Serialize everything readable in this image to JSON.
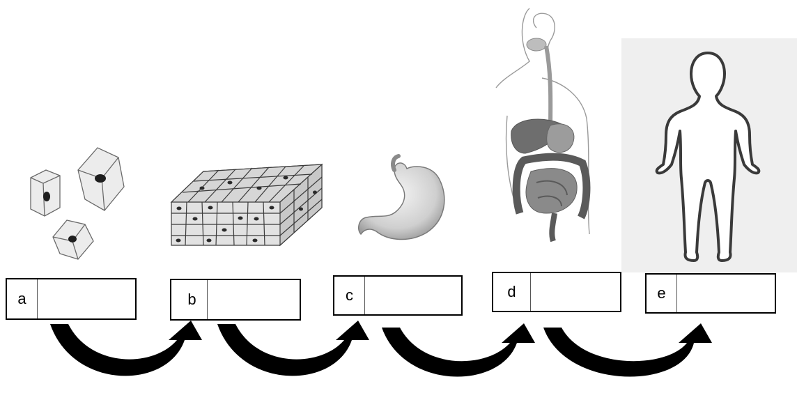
{
  "stages": [
    {
      "label": "a",
      "depicts": "cells-icon"
    },
    {
      "label": "b",
      "depicts": "tissue-icon"
    },
    {
      "label": "c",
      "depicts": "stomach-organ-icon"
    },
    {
      "label": "d",
      "depicts": "digestive-system-icon"
    },
    {
      "label": "e",
      "depicts": "human-body-icon"
    }
  ],
  "colors": {
    "stroke": "#000000",
    "organ_gray": "#b0b0b0",
    "body_bg": "#efefef"
  }
}
